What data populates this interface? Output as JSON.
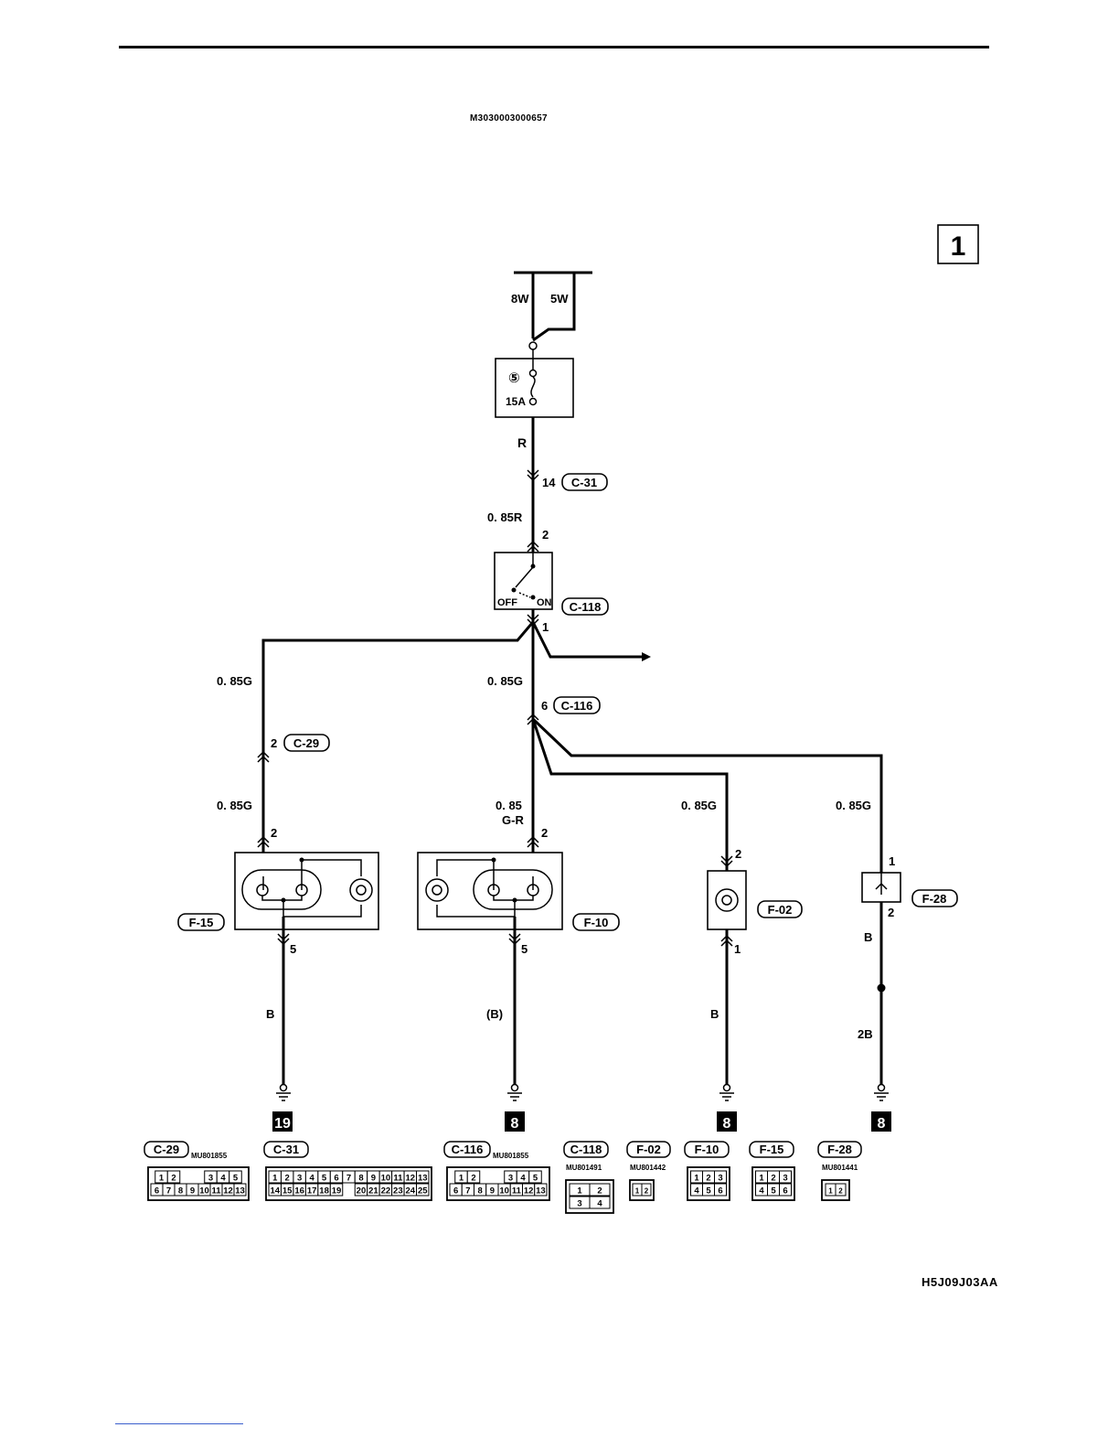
{
  "header": {
    "doc_id": "M3030003000657",
    "page_index": "1"
  },
  "power": {
    "left_label": "8W",
    "right_label": "5W"
  },
  "fuse": {
    "number": "⑤",
    "rating": "15A",
    "wire_out": "R"
  },
  "connector_c31_pin": {
    "pin": "14",
    "name": "C-31"
  },
  "switch": {
    "wire_in": "0. 85R",
    "pin_in": "2",
    "off_label": "OFF",
    "on_label": "ON",
    "name": "C-118",
    "pin_out": "1"
  },
  "wires": {
    "left_branch": "0. 85G",
    "center_trunk": "0. 85G",
    "c116": {
      "pin": "6",
      "name": "C-116"
    },
    "c29": {
      "pin": "2",
      "name": "C-29"
    },
    "f15_in": "0. 85G",
    "f10_in_1": "0. 85",
    "f10_in_2": "G-R",
    "f02_in": "0. 85G",
    "f28_in": "0. 85G"
  },
  "components": {
    "f15": {
      "name": "F-15",
      "pin_in": "2",
      "pin_out": "5",
      "ground_wire": "B",
      "ground_id": "19"
    },
    "f10": {
      "name": "F-10",
      "pin_in": "2",
      "pin_out": "5",
      "ground_wire": "(B)",
      "ground_id": "8"
    },
    "f02": {
      "name": "F-02",
      "pin_in": "2",
      "pin_out": "1",
      "ground_wire": "B",
      "ground_id": "8"
    },
    "f28": {
      "name": "F-28",
      "pin_in": "1",
      "pin_out": "2",
      "wire_b": "B",
      "wire_2b": "2B",
      "ground_id": "8"
    }
  },
  "connector_views": [
    {
      "name": "C-29",
      "part": "MU801855",
      "rows": [
        [
          "1",
          "2",
          "",
          "",
          "3",
          "4",
          "5"
        ],
        [
          "6",
          "7",
          "8",
          "9",
          "10",
          "11",
          "12",
          "13"
        ]
      ]
    },
    {
      "name": "C-31",
      "part": "",
      "rows": [
        [
          "1",
          "2",
          "3",
          "4",
          "5",
          "6",
          "7",
          "8",
          "9",
          "10",
          "11",
          "12",
          "13"
        ],
        [
          "14",
          "15",
          "16",
          "17",
          "18",
          "19",
          "",
          "20",
          "21",
          "22",
          "23",
          "24",
          "25"
        ]
      ]
    },
    {
      "name": "C-116",
      "part": "MU801855",
      "rows": [
        [
          "1",
          "2",
          "",
          "",
          "3",
          "4",
          "5"
        ],
        [
          "6",
          "7",
          "8",
          "9",
          "10",
          "11",
          "12",
          "13"
        ]
      ]
    },
    {
      "name": "C-118",
      "part": "MU801491",
      "rows": [
        [
          "1",
          "2"
        ],
        [
          "3",
          "4"
        ]
      ]
    },
    {
      "name": "F-02",
      "part": "MU801442",
      "rows": [
        [
          "1",
          "2"
        ]
      ]
    },
    {
      "name": "F-10",
      "part": "",
      "rows": [
        [
          "1",
          "2",
          "3"
        ],
        [
          "4",
          "5",
          "6"
        ]
      ]
    },
    {
      "name": "F-15",
      "part": "",
      "rows": [
        [
          "1",
          "2",
          "3"
        ],
        [
          "4",
          "5",
          "6"
        ]
      ]
    },
    {
      "name": "F-28",
      "part": "MU801441",
      "rows": [
        [
          "1",
          "2"
        ]
      ]
    }
  ],
  "footer": {
    "figure_code": "H5J09J03AA"
  }
}
